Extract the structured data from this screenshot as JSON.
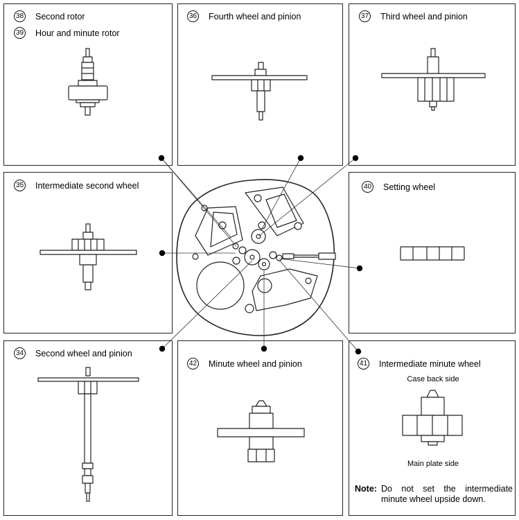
{
  "panels": {
    "p38": {
      "num1": "38",
      "label1": "Second rotor",
      "num2": "39",
      "label2": "Hour and minute rotor"
    },
    "p36": {
      "num": "36",
      "label": "Fourth wheel and pinion"
    },
    "p37": {
      "num": "37",
      "label": "Third wheel and pinion"
    },
    "p35": {
      "num": "35",
      "label": "Intermediate second wheel"
    },
    "p40": {
      "num": "40",
      "label": "Setting wheel"
    },
    "p34": {
      "num": "34",
      "label": "Second wheel and pinion"
    },
    "p42": {
      "num": "42",
      "label": "Minute wheel and pinion"
    },
    "p41": {
      "num": "41",
      "label": "Intermediate minute wheel",
      "top_caption": "Case back side",
      "bottom_caption": "Main plate side"
    }
  },
  "note": {
    "label": "Note:",
    "line1": "Do not set the intermediate",
    "line2": "minute wheel upside down."
  },
  "colors": {
    "line": "#222222",
    "fill": "#ffffff"
  }
}
